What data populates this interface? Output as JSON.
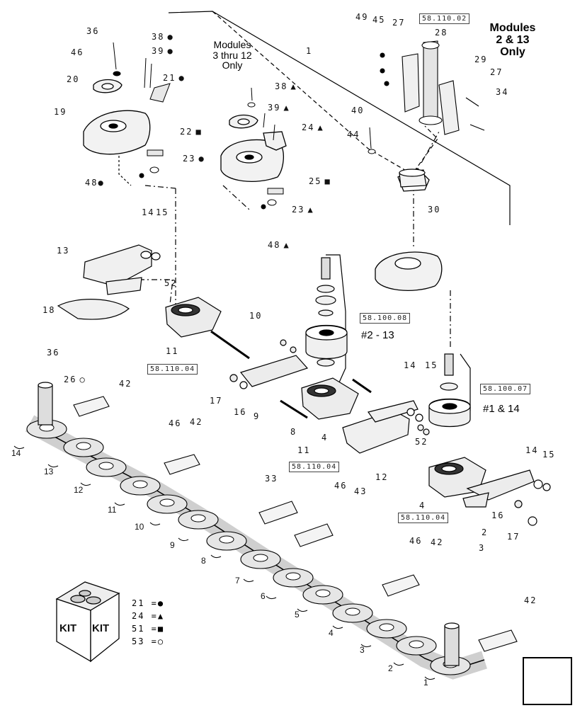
{
  "notes": {
    "modules_3_12": "Modules\n3 thru 12\nOnly",
    "modules_2_13": "Modules\n2 & 13\nOnly",
    "group_2_13": "#2 - 13",
    "group_1_14": "#1 & 14"
  },
  "references": [
    "58.110.02",
    "58.100.08",
    "58.110.04",
    "58.100.07",
    "58.110.04",
    "58.110.04"
  ],
  "callouts": [
    {
      "text": "36"
    },
    {
      "text": "46"
    },
    {
      "text": "20"
    },
    {
      "text": "19"
    },
    {
      "text": "38",
      "sym": "●"
    },
    {
      "text": "39",
      "sym": "●"
    },
    {
      "text": "21",
      "sym": "●"
    },
    {
      "text": "22",
      "sym": "■"
    },
    {
      "text": "23",
      "sym": "●"
    },
    {
      "text": "48",
      "sym": "●",
      "before": true
    },
    {
      "text": "38",
      "sym": "▲"
    },
    {
      "text": "39",
      "sym": "▲"
    },
    {
      "text": "24",
      "sym": "▲"
    },
    {
      "text": "25",
      "sym": "■"
    },
    {
      "text": "23",
      "sym": "▲"
    },
    {
      "text": "48",
      "sym": "▲"
    },
    {
      "text": "1"
    },
    {
      "text": "49"
    },
    {
      "text": "45"
    },
    {
      "text": "27"
    },
    {
      "text": "28"
    },
    {
      "text": "29"
    },
    {
      "text": "27"
    },
    {
      "text": "34"
    },
    {
      "text": "40"
    },
    {
      "text": "44"
    },
    {
      "text": "30"
    },
    {
      "text": "14"
    },
    {
      "text": "15"
    },
    {
      "text": "13"
    },
    {
      "text": "52"
    },
    {
      "text": "18"
    },
    {
      "text": "36"
    },
    {
      "text": "11"
    },
    {
      "text": "10"
    },
    {
      "text": "17"
    },
    {
      "text": "16"
    },
    {
      "text": "9"
    },
    {
      "text": "8"
    },
    {
      "text": "4"
    },
    {
      "text": "11"
    },
    {
      "text": "14"
    },
    {
      "text": "15"
    },
    {
      "text": "52"
    },
    {
      "text": "12"
    },
    {
      "text": "4"
    },
    {
      "text": "2"
    },
    {
      "text": "3"
    },
    {
      "text": "16"
    },
    {
      "text": "17"
    },
    {
      "text": "14"
    },
    {
      "text": "15"
    },
    {
      "text": "26",
      "sym": "○"
    },
    {
      "text": "42"
    },
    {
      "text": "46"
    },
    {
      "text": "42"
    },
    {
      "text": "33"
    },
    {
      "text": "46"
    },
    {
      "text": "43"
    },
    {
      "text": "46"
    },
    {
      "text": "42"
    },
    {
      "text": "42"
    }
  ],
  "module_numbers": [
    "14",
    "13",
    "12",
    "11",
    "10",
    "9",
    "8",
    "7",
    "6",
    "5",
    "4",
    "3",
    "2",
    "1"
  ],
  "kit_legend": [
    {
      "num": "21",
      "eq": "=",
      "sym": "●"
    },
    {
      "num": "24",
      "eq": "=",
      "sym": "▲"
    },
    {
      "num": "51",
      "eq": "=",
      "sym": "■"
    },
    {
      "num": "53",
      "eq": "=",
      "sym": "○"
    }
  ],
  "kit_text": [
    "KIT",
    "KIT"
  ],
  "icons": {
    "kit": "kit-box-icon",
    "nav": "next-page-arrow-icon"
  }
}
